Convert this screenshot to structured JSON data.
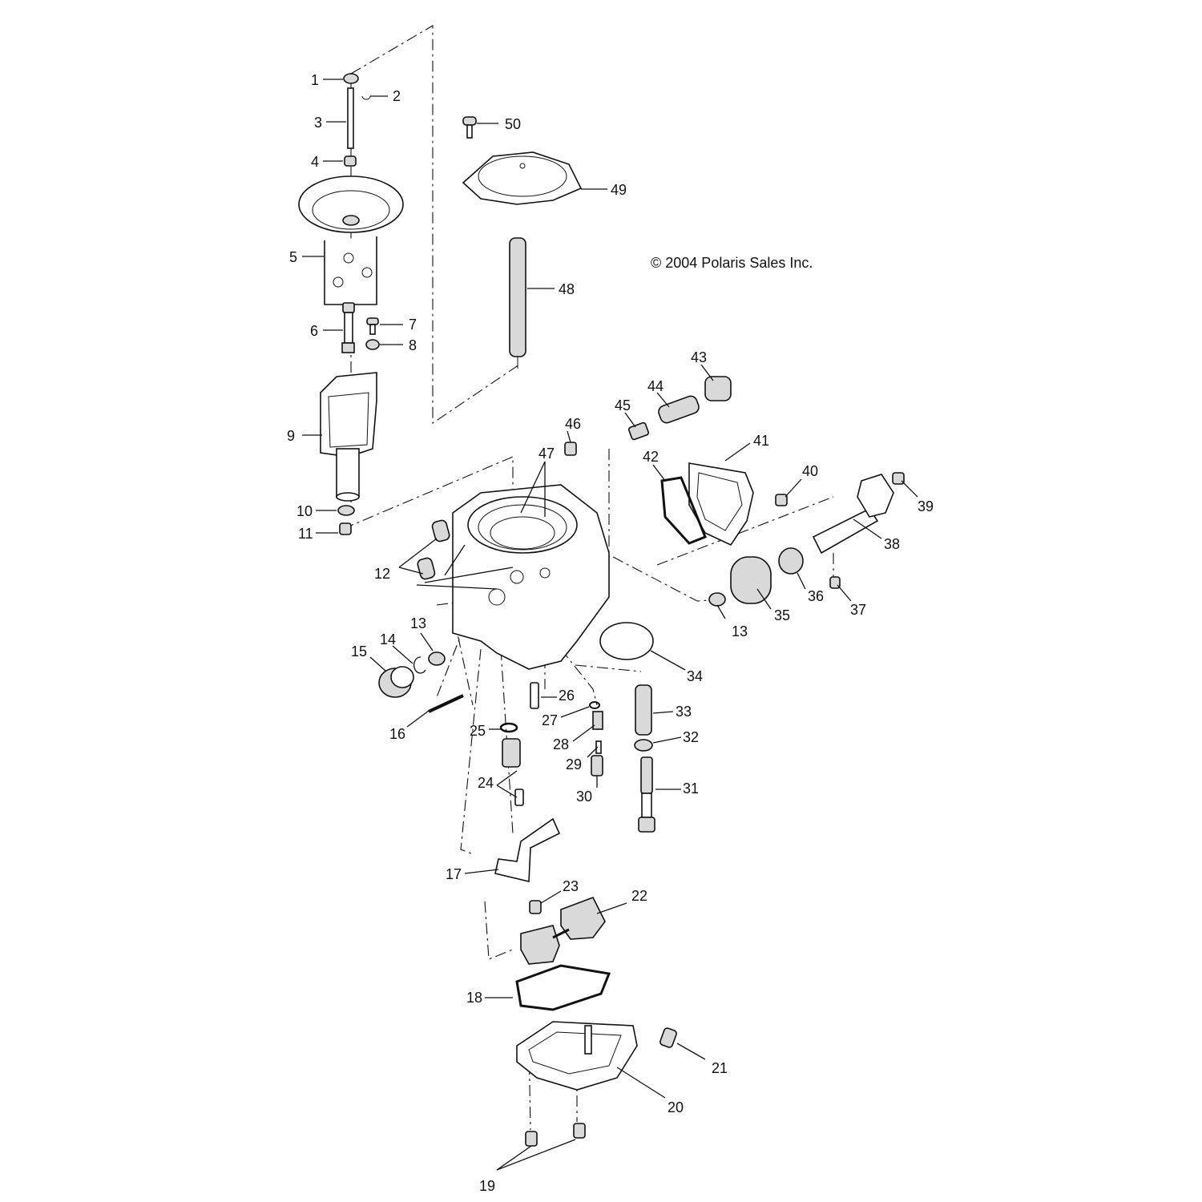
{
  "copyright": "© 2004 Polaris Sales Inc.",
  "labels": [
    "1",
    "2",
    "3",
    "4",
    "5",
    "6",
    "7",
    "8",
    "9",
    "10",
    "11",
    "12",
    "13",
    "13",
    "14",
    "15",
    "16",
    "17",
    "18",
    "19",
    "20",
    "21",
    "22",
    "23",
    "24",
    "25",
    "26",
    "27",
    "28",
    "29",
    "30",
    "31",
    "32",
    "33",
    "34",
    "35",
    "36",
    "37",
    "38",
    "39",
    "40",
    "41",
    "42",
    "43",
    "44",
    "45",
    "46",
    "47",
    "48",
    "49",
    "50"
  ]
}
